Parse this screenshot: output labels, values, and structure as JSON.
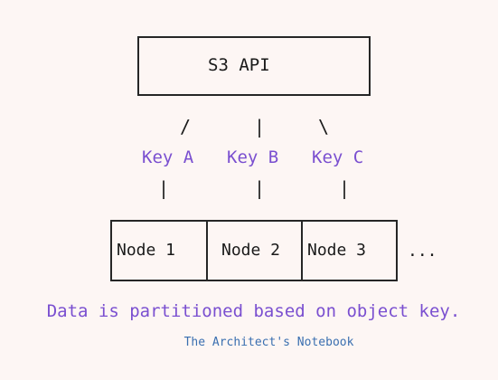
{
  "diagram": {
    "api_label": "S3 API",
    "connectors": {
      "top_left": "/",
      "top_middle": "|",
      "top_right": "\\",
      "bottom_left": "|",
      "bottom_middle": "|",
      "bottom_right": "|"
    },
    "keys": [
      "Key A",
      "Key B",
      "Key C"
    ],
    "nodes": [
      "Node 1",
      "Node 2",
      "Node 3"
    ],
    "ellipsis": "...",
    "caption": "Data is partitioned based on object key.",
    "footer": "The Architect's Notebook",
    "colors": {
      "background": "#fdf6f4",
      "accent": "#7a4fd0",
      "footer": "#3a6fb0",
      "line": "#262626"
    }
  }
}
